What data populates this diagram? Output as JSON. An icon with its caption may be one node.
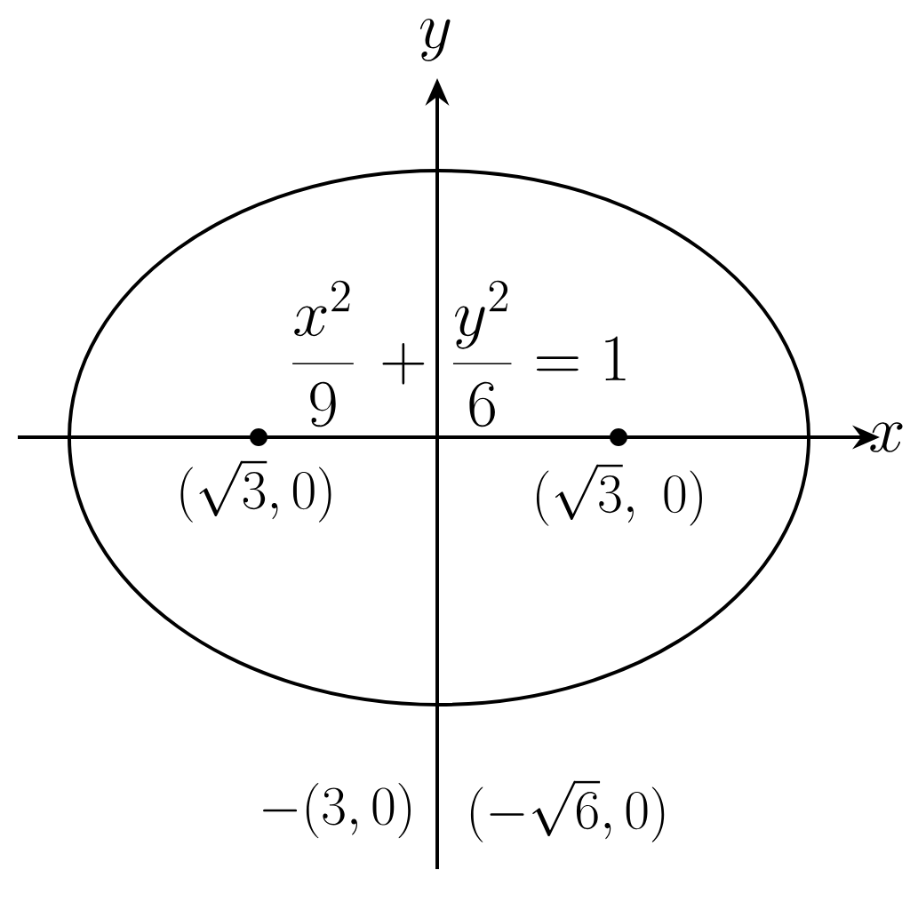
{
  "diagram": {
    "labels": [
      "y",
      "\\frac{x^2}{9}+\\frac{y^2}{6}=1",
      "x",
      "(\\sqrt{3},0)",
      "(\\sqrt{3},\\ 0)",
      "-(3,0)",
      "(-\\sqrt{6},0)"
    ]
  }
}
